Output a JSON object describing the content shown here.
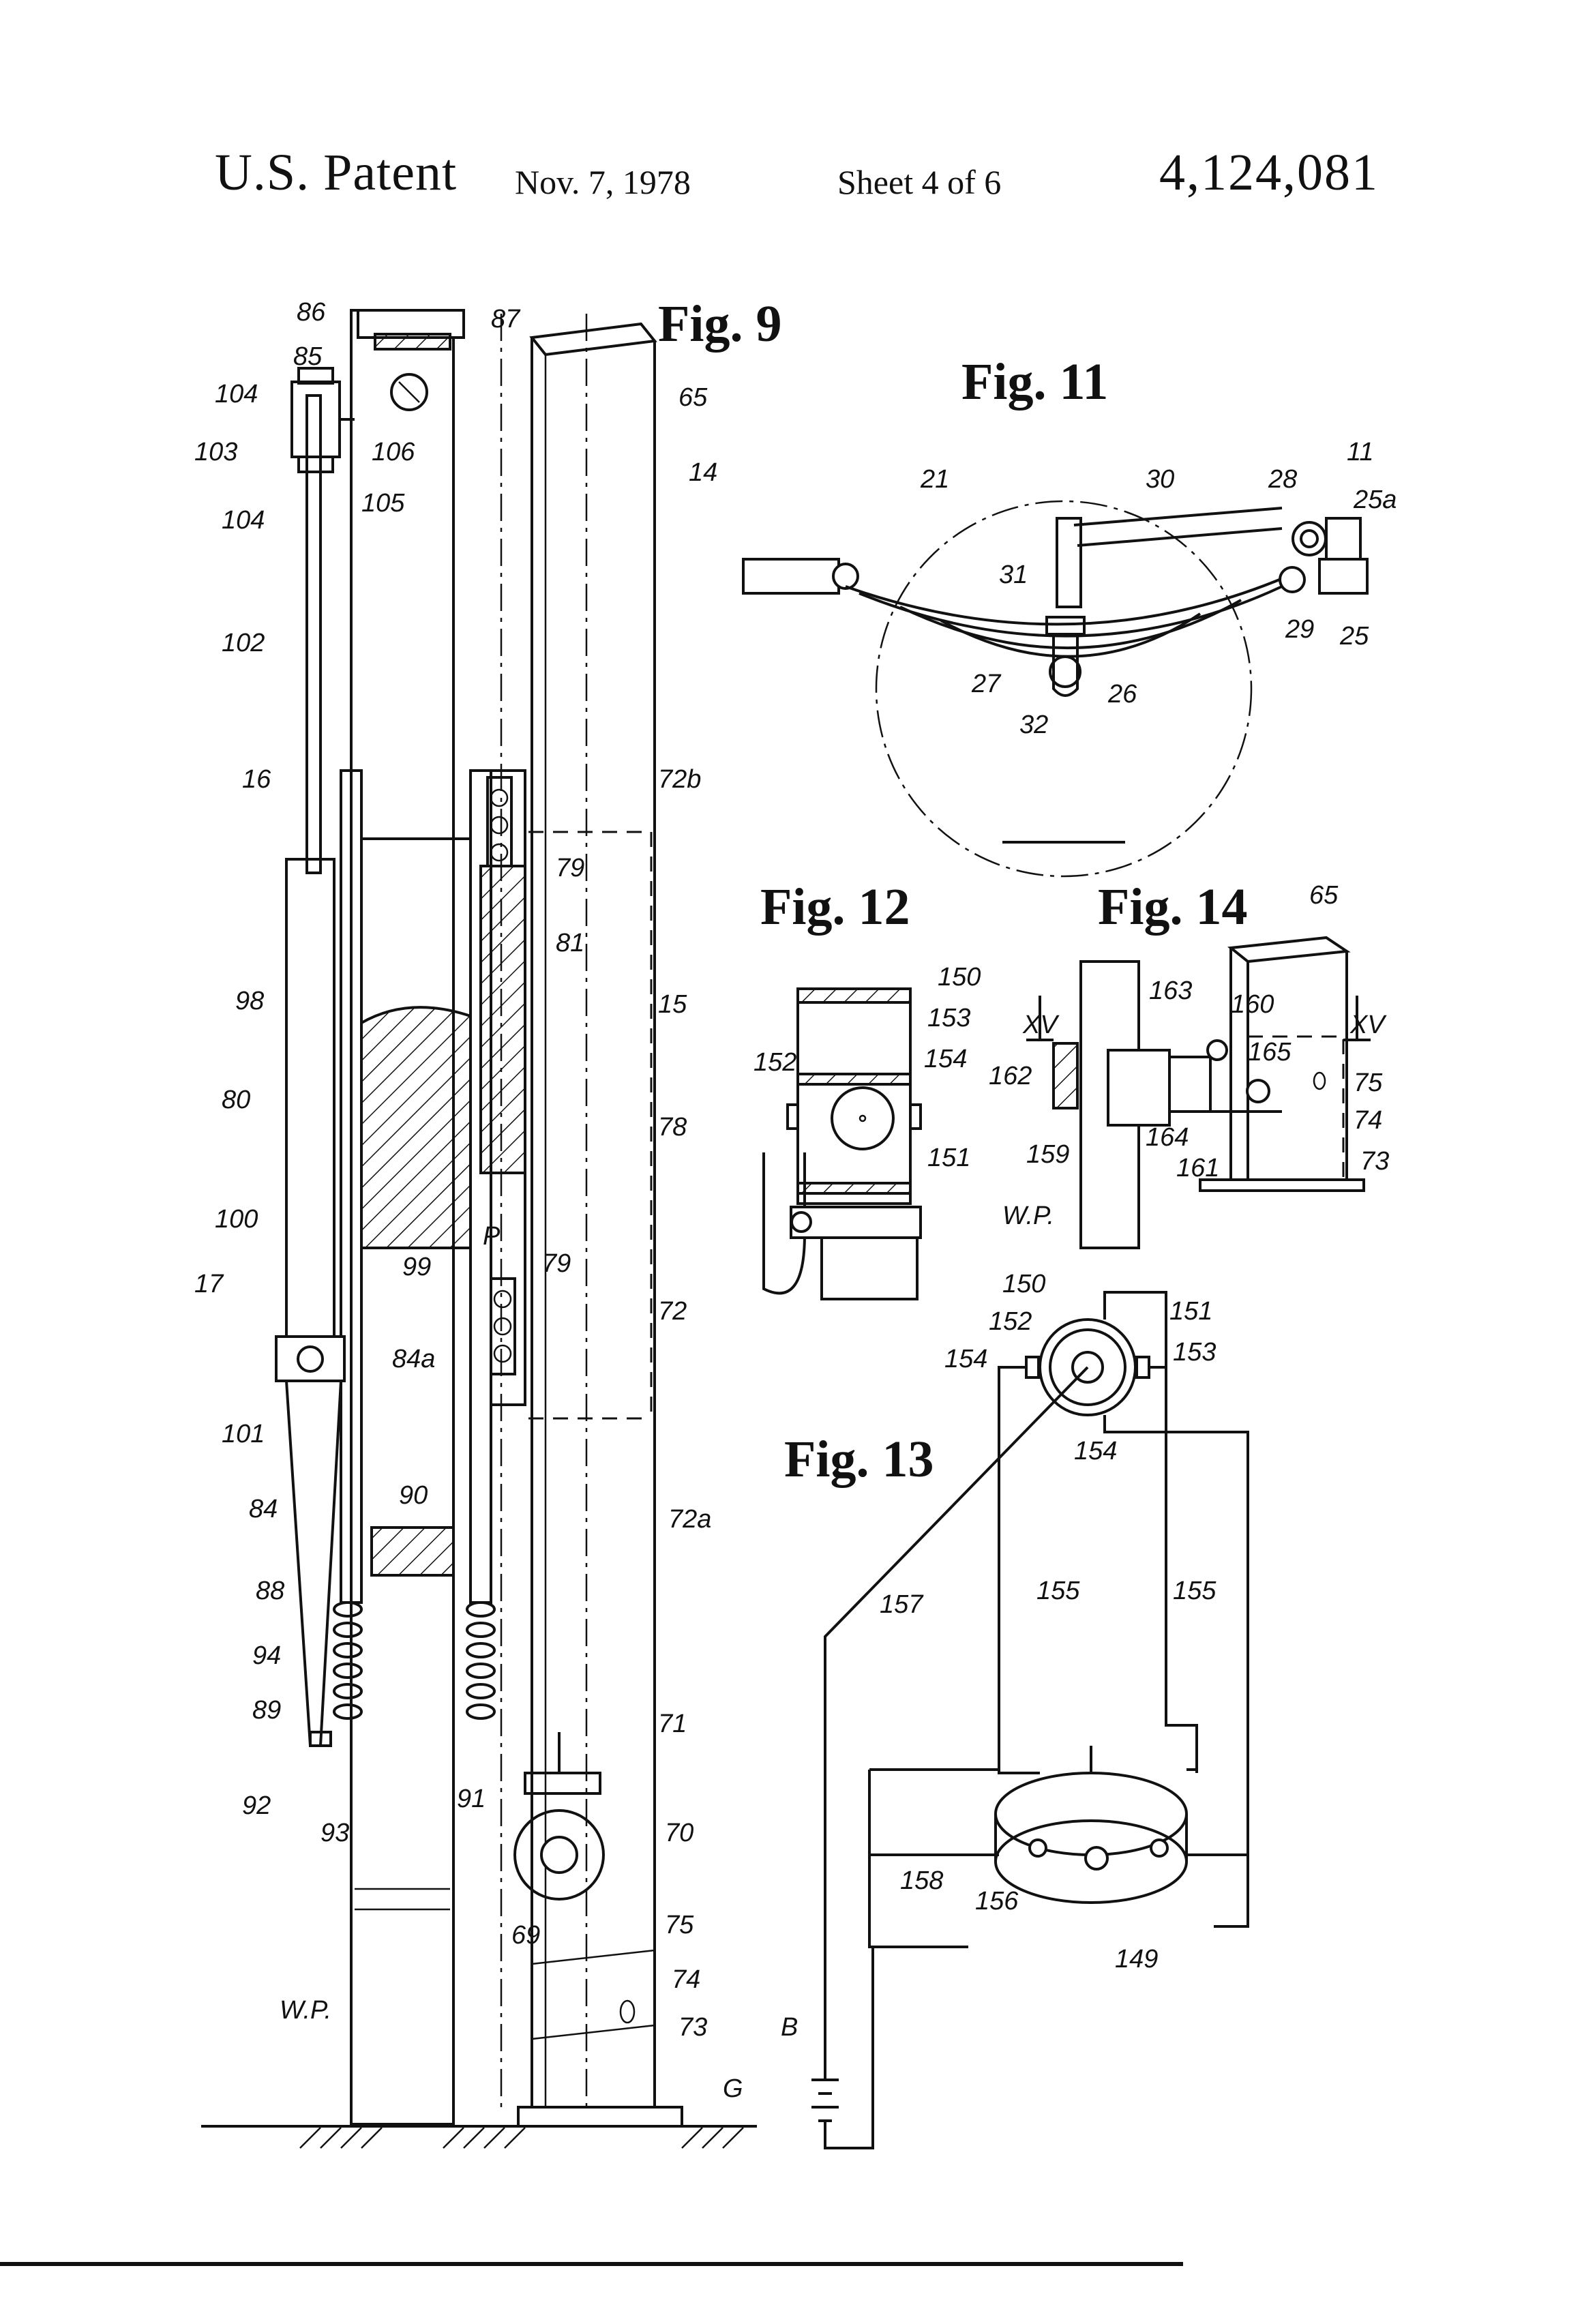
{
  "header": {
    "patent_label": "U.S. Patent",
    "date": "Nov. 7, 1978",
    "sheet": "Sheet 4 of 6",
    "patent_number": "4,124,081"
  },
  "figures": {
    "fig9": {
      "title": "Fig. 9"
    },
    "fig11": {
      "title": "Fig. 11"
    },
    "fig12": {
      "title": "Fig. 12"
    },
    "fig13": {
      "title": "Fig. 13"
    },
    "fig14": {
      "title": "Fig. 14"
    }
  },
  "labels": {
    "fig9": [
      "86",
      "85",
      "87",
      "104",
      "103",
      "106",
      "104",
      "105",
      "102",
      "65",
      "14",
      "16",
      "72b",
      "79",
      "98",
      "81",
      "15",
      "80",
      "78",
      "100",
      "17",
      "99",
      "P",
      "79",
      "84a",
      "72",
      "101",
      "84",
      "90",
      "72a",
      "88",
      "94",
      "89",
      "92",
      "93",
      "91",
      "71",
      "70",
      "69",
      "75",
      "74",
      "73",
      "W.P.",
      "G"
    ],
    "fig11": [
      "11",
      "21",
      "30",
      "28",
      "25a",
      "31",
      "29",
      "25",
      "27",
      "26",
      "32"
    ],
    "fig12": [
      "150",
      "153",
      "152",
      "154",
      "151"
    ],
    "fig14": [
      "65",
      "163",
      "160",
      "XV",
      "XV",
      "162",
      "165",
      "75",
      "159",
      "164",
      "74",
      "161",
      "73",
      "W.P."
    ],
    "fig13": [
      "150",
      "151",
      "152",
      "153",
      "154",
      "154",
      "157",
      "155",
      "155",
      "158",
      "156",
      "149",
      "B"
    ]
  }
}
